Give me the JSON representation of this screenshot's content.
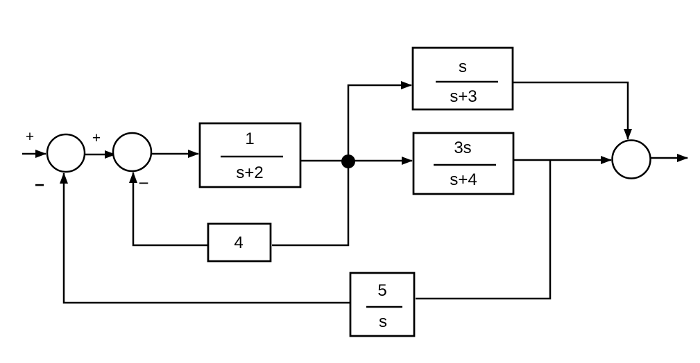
{
  "diagram": {
    "type": "control-system-block-diagram",
    "colors": {
      "line": "#000000",
      "background": "#ffffff"
    },
    "blocks": {
      "g1": {
        "numerator": "1",
        "denominator": "s+2"
      },
      "g2": {
        "numerator": "s",
        "denominator": "s+3"
      },
      "g3": {
        "numerator": "3s",
        "denominator": "s+4"
      },
      "h1": {
        "label": "4"
      },
      "h2": {
        "numerator": "5",
        "denominator": "s"
      }
    },
    "signs": {
      "input_plus": "+",
      "inner_plus": "+",
      "outer_feedback_minus": "−",
      "inner_feedback_minus": "−"
    }
  }
}
